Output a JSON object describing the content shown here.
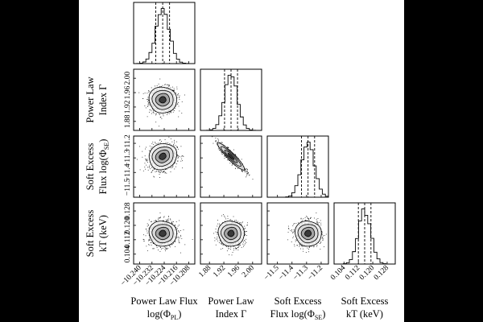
{
  "figure_background": "#000000",
  "panel_background": "#ffffff",
  "ink_color": "#000000",
  "chart_data": {
    "type": "corner",
    "parameters": [
      {
        "name": "Power Law Flux",
        "math": "log(Φ",
        "sub": "PL",
        "close": ")",
        "ticks": [
          -10.24,
          -10.232,
          -10.224,
          -10.216,
          -10.208
        ],
        "tick_labels": [
          "−10.240",
          "−10.232",
          "−10.224",
          "−10.216",
          "−10.208"
        ],
        "range": [
          -10.244,
          -10.204
        ],
        "mean": -10.225,
        "sd": 0.0045,
        "quantiles": [
          -10.2295,
          -10.225,
          -10.2205
        ]
      },
      {
        "name": "Power Law",
        "math": "Index Γ",
        "sub": "",
        "close": "",
        "ticks": [
          1.88,
          1.92,
          1.96,
          2.0
        ],
        "tick_labels": [
          "1.88",
          "1.92",
          "1.96",
          "2.00"
        ],
        "range": [
          1.855,
          2.025
        ],
        "mean": 1.94,
        "sd": 0.018,
        "quantiles": [
          1.922,
          1.94,
          1.958
        ]
      },
      {
        "name": "Soft Excess",
        "math": "Flux log(Φ",
        "sub": "SE",
        "close": ")",
        "ticks": [
          -11.5,
          -11.4,
          -11.3,
          -11.2
        ],
        "tick_labels": [
          "−11.5",
          "−11.4",
          "−11.3",
          "−11.2"
        ],
        "range": [
          -11.57,
          -11.15
        ],
        "mean": -11.29,
        "sd": 0.045,
        "quantiles": [
          -11.335,
          -11.29,
          -11.245
        ]
      },
      {
        "name": "Soft Excess",
        "math": "kT (keV)",
        "sub": "",
        "close": "",
        "ticks": [
          0.104,
          0.112,
          0.12,
          0.128
        ],
        "tick_labels": [
          "0.104",
          "0.112",
          "0.120",
          "0.128"
        ],
        "range": [
          0.0985,
          0.1325
        ],
        "mean": 0.1155,
        "sd": 0.0035,
        "quantiles": [
          0.112,
          0.1155,
          0.119
        ]
      }
    ],
    "correlations": {
      "1-0": 0.0,
      "2-0": 0.15,
      "2-1": -0.92,
      "3-0": 0.0,
      "3-1": 0.0,
      "3-2": 0.0
    },
    "contour_levels_sigma": [
      0.5,
      1.0,
      1.5,
      2.0
    ],
    "quantile_lines": "dashed"
  }
}
